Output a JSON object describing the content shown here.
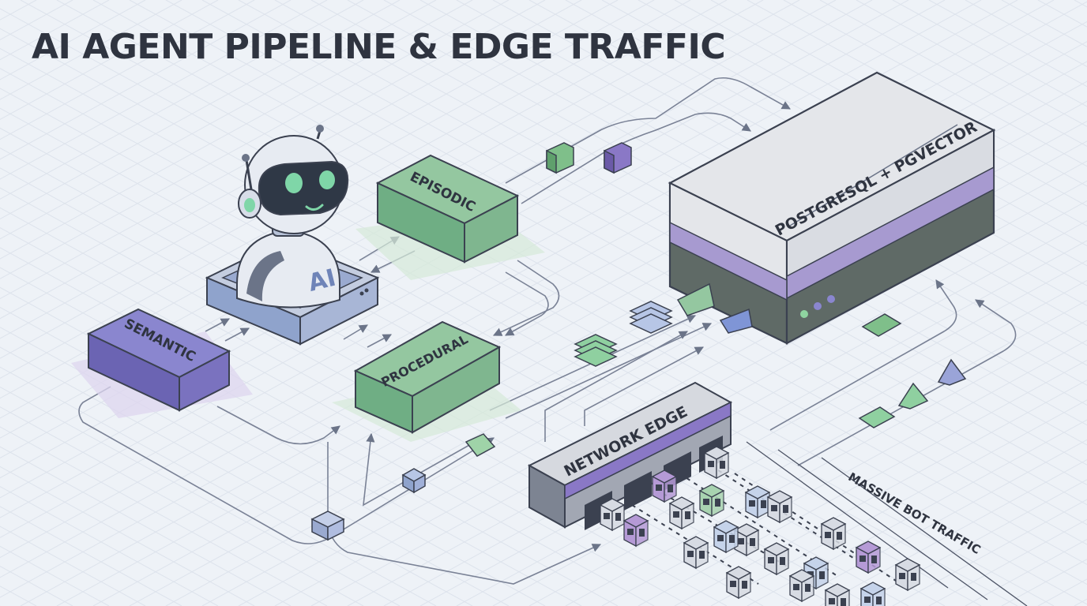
{
  "title": "AI AGENT PIPELINE & EDGE TRAFFIC",
  "agent": {
    "chest_label": "AI"
  },
  "memory_blocks": {
    "episodic": "EPISODIC",
    "semantic": "SEMANTIC",
    "procedural": "PROCEDURAL"
  },
  "database": {
    "label": "POSTGRESQL + PGVECTOR"
  },
  "network_edge": {
    "label": "NETWORK EDGE"
  },
  "bot_traffic": {
    "label": "MASSIVE BOT TRAFFIC"
  },
  "colors": {
    "background": "#eef2f7",
    "title": "#2f3440",
    "outline": "#3b4150",
    "green_top": "#94c7a0",
    "green_side": "#6fae84",
    "purple_top": "#8a86cf",
    "purple_side": "#6b64b3",
    "slate_blue": "#93a7cf",
    "db_top": "#e4e6ea",
    "db_band": "#a79ad0",
    "db_bottom": "#5f6a66",
    "arrow": "#6b7488"
  }
}
